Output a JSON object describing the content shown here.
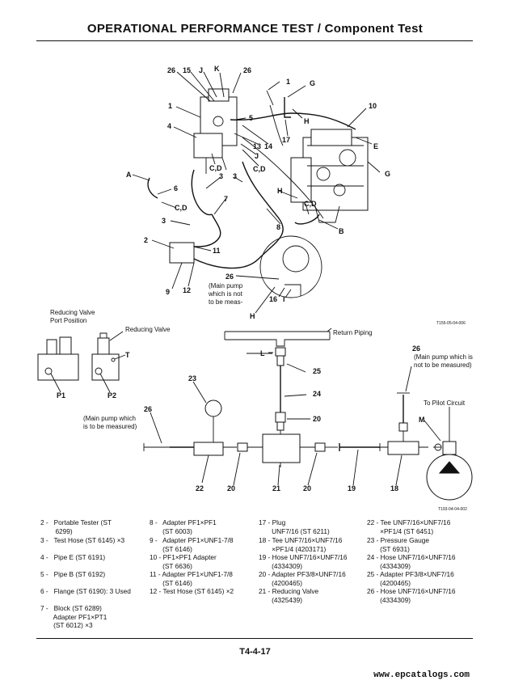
{
  "title": "OPERATIONAL PERFORMANCE TEST / Component Test",
  "top_figure": {
    "labels": [
      "26",
      "15",
      "J",
      "K",
      "26",
      "1",
      "G",
      "1",
      "5",
      "10",
      "4",
      "13",
      "14",
      "17",
      "H",
      "E",
      "J",
      "C,D",
      "C,D",
      "G",
      "A",
      "3",
      "3",
      "6",
      "C,D",
      "7",
      "H",
      "C,D",
      "3",
      "8",
      "B",
      "2",
      "11",
      "26",
      "9",
      "12",
      "16",
      "I",
      "H"
    ],
    "callout_text": [
      "(Main pump",
      "which is not",
      "to be meas-"
    ],
    "code": "T155-05-04-006"
  },
  "bottom_figure": {
    "reducing_valve_port_position": [
      "Reducing Valve",
      "Port Position"
    ],
    "reducing_valve": "Reducing Valve",
    "t_label": "T",
    "p1": "P1",
    "p2": "P2",
    "return_piping": "Return Piping",
    "pilot_circuit": "To Pilot Circuit",
    "main_pump_right": [
      "(Main pump which is",
      "not to be measured)"
    ],
    "main_pump_left": [
      "(Main pump which",
      "is to be measured)"
    ],
    "num_labels": [
      "23",
      "26",
      "26",
      "L",
      "25",
      "24",
      "20",
      "M",
      "22",
      "20",
      "21",
      "20",
      "19",
      "18"
    ],
    "code": "T193-04-04-002"
  },
  "legend": {
    "col1": [
      "2 -   Portable Tester (ST\n        6299)",
      "3 -   Test Hose (ST 6145) ×3",
      "4 -   Pipe E (ST 6191)",
      "5 -   Pipe B (ST 6192)",
      "6 -   Flange (ST 6190): 3 Used",
      "7 -   Block (ST 6289)\n       Adapter PF1×PT1\n       (ST 6012) ×3"
    ],
    "col2": [
      "8 -   Adapter PF1×PF1\n       (ST 6003)",
      "9 -   Adapter PF1×UNF1-7/8\n       (ST 6146)",
      "10 - PF1×PF1 Adapter\n       (ST 6636)",
      "11 - Adapter PF1×UNF1-7/8\n       (ST 6146)",
      "12 - Test Hose (ST 6145) ×2"
    ],
    "col3": [
      "17 - Plug\n       UNF7/16 (ST 6211)",
      "18 - Tee UNF7/16×UNF7/16\n       ×PF1/4 (4203171)",
      "19 - Hose UNF7/16×UNF7/16\n       (4334309)",
      "20 - Adapter PF3/8×UNF7/16\n       (4200465)",
      "21 - Reducing Valve\n       (4325439)"
    ],
    "col4": [
      "22 - Tee UNF7/16×UNF7/16\n       ×PF1/4 (ST 6451)",
      "23 - Pressure Gauge\n       (ST 6931)",
      "24 - Hose UNF7/16×UNF7/16\n       (4334309)",
      "25 - Adapter PF3/8×UNF7/16\n       (4200465)",
      "26 - Hose UNF7/16×UNF7/16\n       (4334309)"
    ]
  },
  "page_number": "T4-4-17",
  "watermark": "www.epcatalogs.com"
}
